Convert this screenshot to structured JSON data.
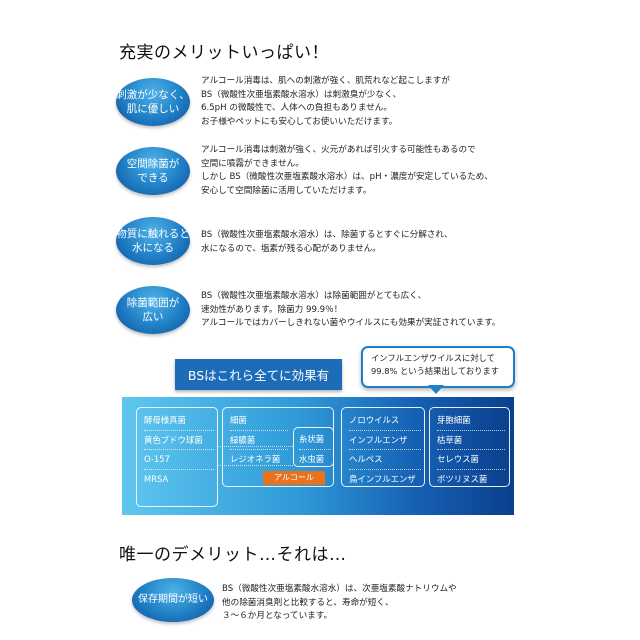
{
  "heading": "充実のメリットいっぱい！",
  "merits": [
    {
      "badge_lines": [
        "刺激が少なく、",
        "肌に優しい"
      ],
      "desc_lines": [
        "アルコール消毒は、肌への刺激が強く、肌荒れなど起こしますが",
        "BS（微酸性次亜塩素酸水溶水）は刺激臭が少なく、",
        "6.5pH の微酸性で、人体への負担もありません。",
        "お子様やペットにも安心してお使いいただけます。"
      ]
    },
    {
      "badge_lines": [
        "空間除菌が",
        "できる"
      ],
      "desc_lines": [
        "アルコール消毒は刺激が強く、火元があれば引火する可能性もあるので",
        "空間に噴霧ができません。",
        "しかし BS（微酸性次亜塩素酸水溶水）は、pH・濃度が安定しているため、",
        "安心して空間除菌に活用していただけます。"
      ]
    },
    {
      "badge_lines": [
        "物質に触れると",
        "水になる"
      ],
      "desc_lines": [
        "BS（微酸性次亜塩素酸水溶水）は、除菌するとすぐに分解され、",
        "水になるので、塩素が残る心配がありません。"
      ]
    },
    {
      "badge_lines": [
        "除菌範囲が",
        "広い"
      ],
      "desc_lines": [
        "BS（微酸性次亜塩素酸水溶水）は除菌範囲がとても広く、",
        "速効性があります。除菌力 99.9％！",
        "アルコールではカバーしきれない菌やウイルスにも効果が実証されています。"
      ]
    }
  ],
  "banner": "BSはこれら全てに効果有",
  "callout_lines": [
    "インフルエンザウイルスに対して",
    "99.8% という結果出しております"
  ],
  "organisms": {
    "col1": [
      "酵母様真菌",
      "黄色ブドウ球菌",
      "O-157",
      "MRSA"
    ],
    "col2": [
      "細菌",
      "緑膿菌",
      "レジオネラ菌"
    ],
    "col3": [
      "糸状菌",
      "水虫菌"
    ],
    "col4": [
      "ノロウイルス",
      "インフルエンザ",
      "ヘルペス",
      "鳥インフルエンザ"
    ],
    "col5": [
      "芽胞細菌",
      "枯草菌",
      "セレウス菌",
      "ボツリヌス菌"
    ]
  },
  "alcohol_label": "アルコール",
  "demerit_heading": "唯一のデメリット…それは…",
  "demerit": {
    "badge": "保存期間が短い",
    "desc_lines": [
      "BS（微酸性次亜塩素酸水溶水）は、次亜塩素酸ナトリウムや",
      "他の除菌消臭剤と比較すると、寿命が短く、",
      "３〜６か月となっています。"
    ]
  }
}
